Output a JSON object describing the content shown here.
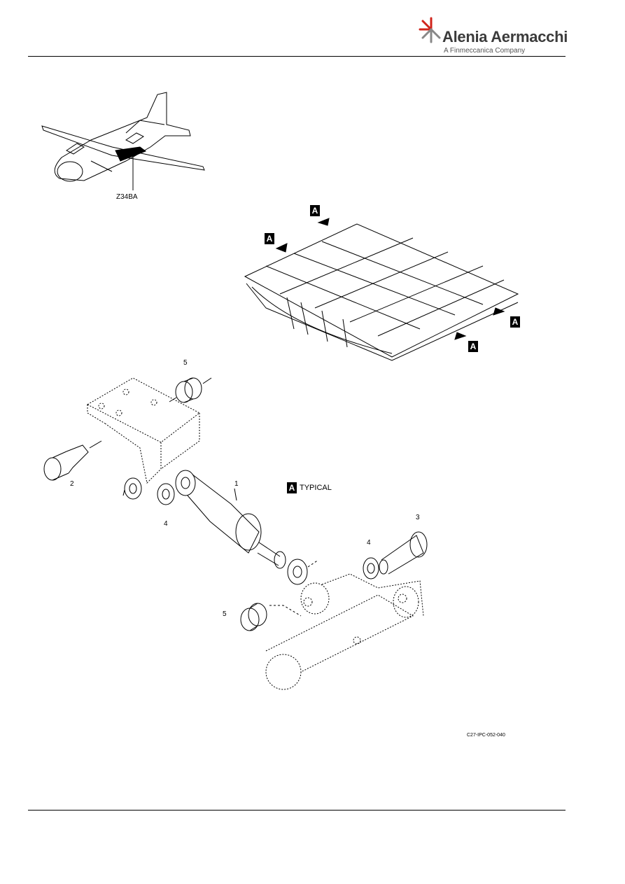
{
  "header": {
    "brand": "Alenia Aermacchi",
    "tagline": "A Finmeccanica Company"
  },
  "figure": {
    "zone_label": "Z34BA",
    "view_callout": "A",
    "view_note": "TYPICAL",
    "item_numbers": [
      "1",
      "2",
      "3",
      "4",
      "4",
      "5",
      "5"
    ],
    "figure_id": "C27-IPC-052-040"
  },
  "colors": {
    "logo_accent": "#d0241b",
    "logo_text": "#3b3b3b",
    "line": "#000000"
  }
}
